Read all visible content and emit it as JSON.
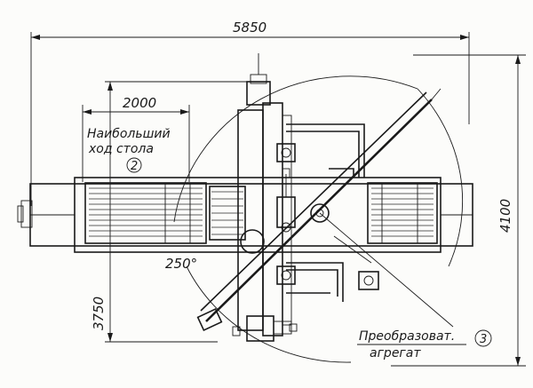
{
  "dimensions": {
    "overall_length": "5850",
    "overall_height": "4100",
    "table_travel": "2000",
    "table_offset": "3750",
    "swing_angle": "250°"
  },
  "labels": {
    "table_travel_line1": "Наибольший",
    "table_travel_line2": "ход стола",
    "table_ref": "2",
    "converter_line1": "Преобразоват.",
    "converter_line2": "агрегат",
    "converter_ref": "3"
  }
}
